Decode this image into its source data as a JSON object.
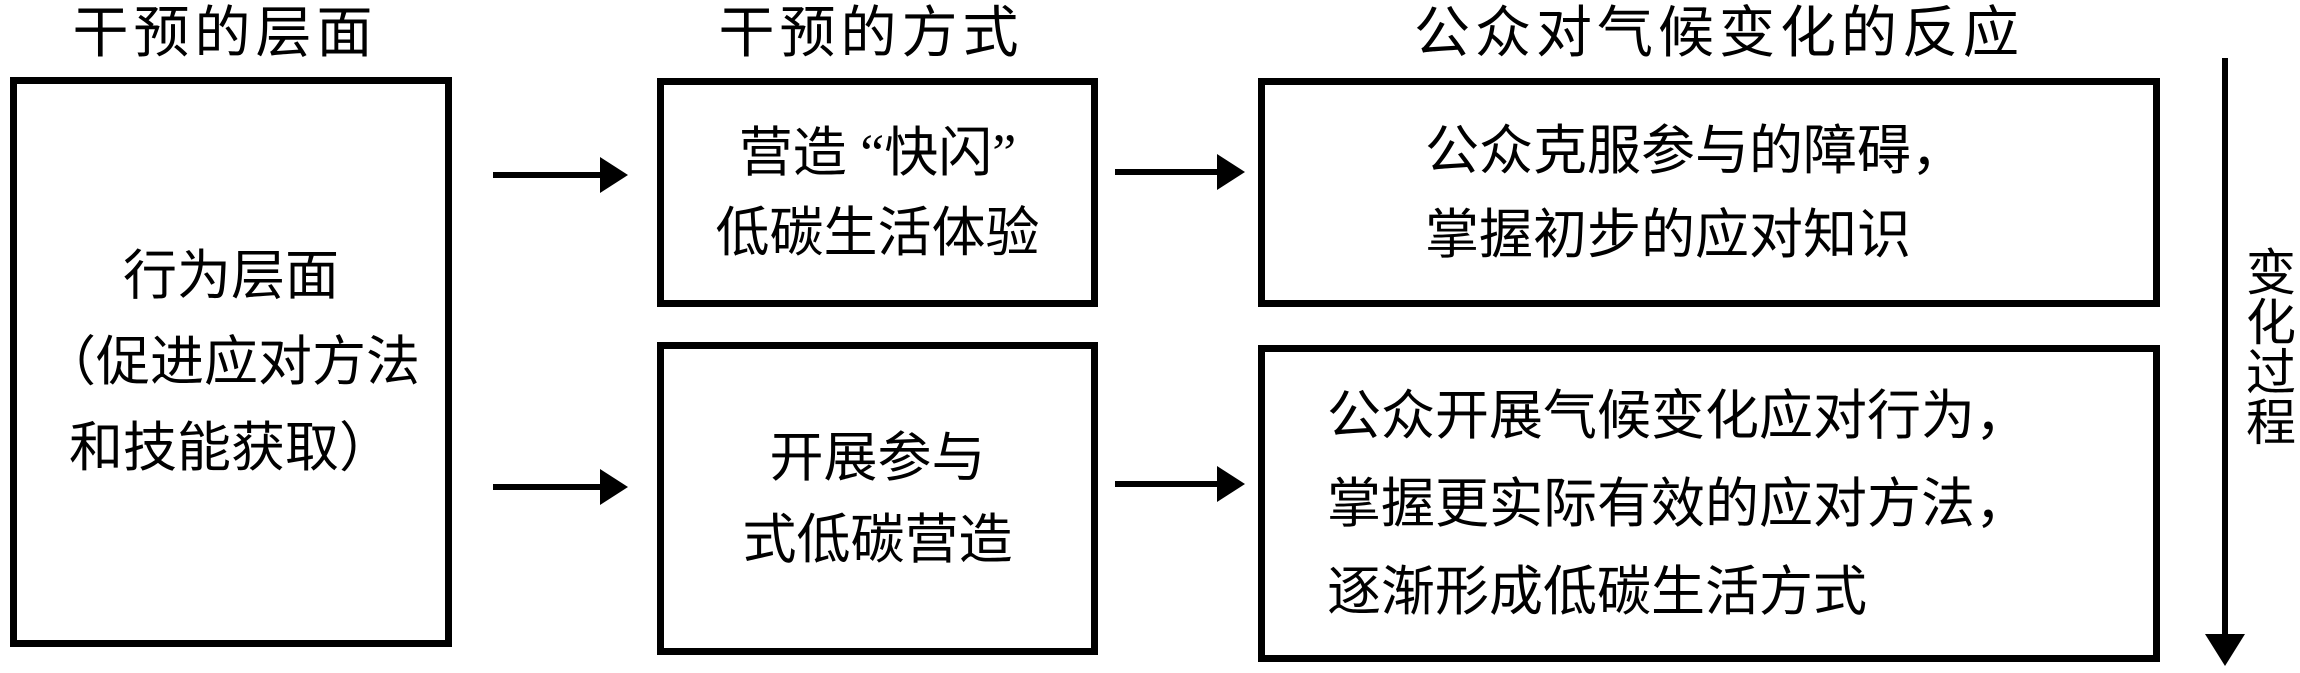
{
  "headers": {
    "level": "干预的层面",
    "method": "干预的方式",
    "response": "公众对气候变化的反应"
  },
  "boxes": {
    "behavior_level": {
      "lines": [
        "行为层面",
        "（促进应对方法",
        "和技能获取）"
      ]
    },
    "flash_mob": {
      "lines": [
        "营造 “快闪”",
        "低碳生活体验"
      ]
    },
    "participatory": {
      "lines": [
        "开展参与",
        "式低碳营造"
      ]
    },
    "overcome_barriers": {
      "lines": [
        "公众克服参与的障碍，",
        "掌握初步的应对知识"
      ]
    },
    "climate_action": {
      "lines": [
        "公众开展气候变化应对行为，",
        "掌握更实际有效的应对方法，",
        "逐渐形成低碳生活方式"
      ]
    }
  },
  "side_label": "变化过程",
  "colors": {
    "ink": "#000000",
    "background": "#ffffff"
  }
}
